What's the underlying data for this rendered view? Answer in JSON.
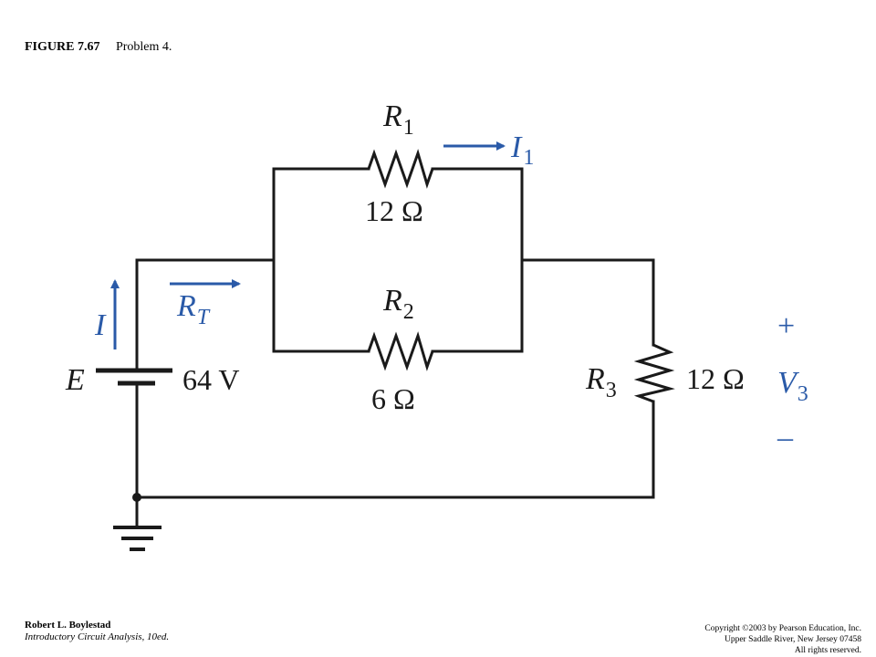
{
  "caption": {
    "figure": "FIGURE 7.67",
    "title": "Problem 4."
  },
  "circuit": {
    "r1": {
      "symbol": "R",
      "sub": "1",
      "value": "12 Ω"
    },
    "r2": {
      "symbol": "R",
      "sub": "2",
      "value": "6 Ω"
    },
    "r3": {
      "symbol": "R",
      "sub": "3",
      "value": "12 Ω"
    },
    "source": {
      "symbol": "E",
      "value": "64 V"
    },
    "current_i1": {
      "symbol": "I",
      "sub": "1"
    },
    "current_i": {
      "symbol": "I"
    },
    "rt": {
      "symbol": "R",
      "sub": "T"
    },
    "v3": {
      "symbol": "V",
      "sub": "3",
      "plus": "+",
      "minus": "–"
    },
    "colors": {
      "wire": "#1a1a1a",
      "annotation": "#2a5aa8"
    }
  },
  "footer": {
    "author": "Robert L. Boylestad",
    "book": "Introductory Circuit Analysis, 10ed.",
    "copyright": "Copyright ©2003 by Pearson Education, Inc.",
    "address": "Upper Saddle River, New Jersey 07458",
    "rights": "All rights reserved."
  }
}
